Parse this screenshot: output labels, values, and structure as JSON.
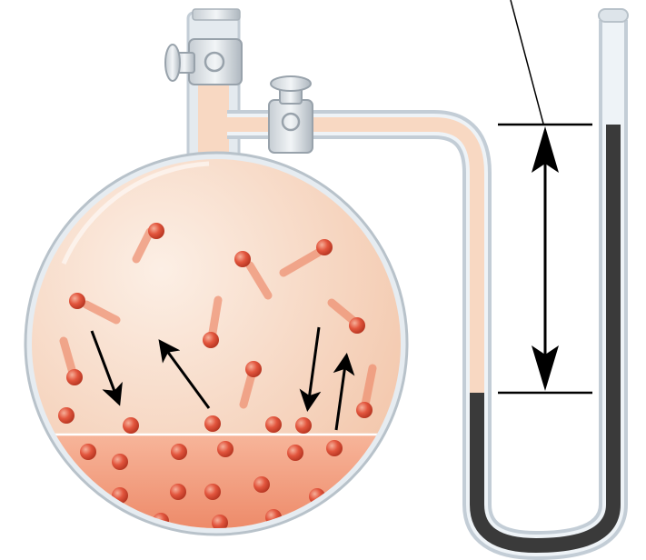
{
  "figure": {
    "subject": "vapor-pressure-apparatus",
    "parts": [
      "flask-with-stopcock",
      "side-arm-tube-with-stopcock",
      "u-tube-mercury-manometer"
    ],
    "arrows": {
      "vapor_motion": [
        "down-right",
        "up-left",
        "down",
        "up"
      ],
      "height_difference": "double-headed-vertical",
      "pointer": "leader-line"
    }
  },
  "colors": {
    "vapor_fill": "#f8d8c2",
    "liquid_fill": "#f09a7a",
    "molecule": "#e0503a",
    "glass_rim": "#c3cdd6",
    "glass_highlight": "#eef3f7",
    "mercury": "#3a3a3a",
    "arrow": "#000000"
  }
}
